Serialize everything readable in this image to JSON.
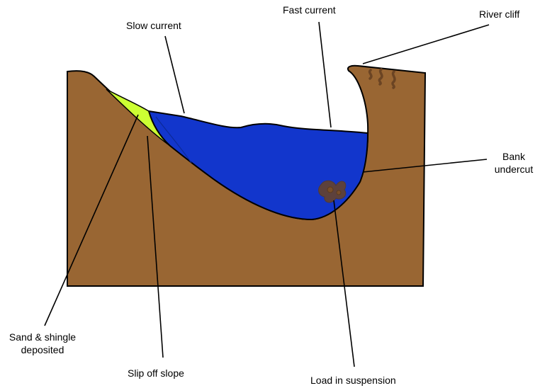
{
  "labels": {
    "slow_current": "Slow current",
    "fast_current": "Fast current",
    "river_cliff": "River cliff",
    "bank_undercut_line1": "Bank",
    "bank_undercut_line2": "undercut",
    "sand_shingle_line1": "Sand & shingle",
    "sand_shingle_line2": "deposited",
    "slip_off_slope": "Slip off slope",
    "load_in_suspension": "Load in suspension"
  },
  "colors": {
    "ground": "#996633",
    "water": "#1236CC",
    "deposit": "#CCFF33",
    "sediment": "#6B4423",
    "outline": "#000000"
  }
}
